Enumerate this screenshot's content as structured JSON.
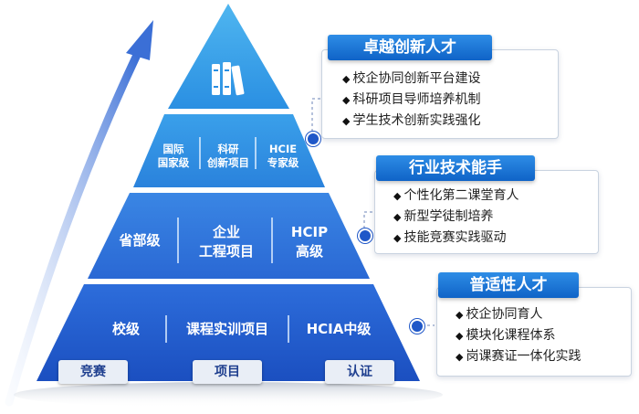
{
  "pyramid": {
    "top_icon": "books-icon",
    "tier1": {
      "cells": [
        "国际\n国家级",
        "科研\n创新项目",
        "HCIE\n专家级"
      ]
    },
    "tier2": {
      "cells": [
        "省部级",
        "企业\n工程项目",
        "HCIP\n高级"
      ]
    },
    "tier3": {
      "cells": [
        "校级",
        "课程实训项目",
        "HCIA中级"
      ]
    },
    "footer": [
      "竞赛",
      "项目",
      "认证"
    ]
  },
  "panels": [
    {
      "title": "卓越创新人才",
      "items": [
        "校企协同创新平台建设",
        "科研项目导师培养机制",
        "学生技术创新实践强化"
      ]
    },
    {
      "title": "行业技术能手",
      "items": [
        "个性化第二课堂育人",
        "新型学徒制培养",
        "技能竞赛实践驱动"
      ]
    },
    {
      "title": "普适性人才",
      "items": [
        "校企协同育人",
        "模块化课程体系",
        "岗课赛证一体化实践"
      ]
    }
  ],
  "colors": {
    "top": "#2f9ae6",
    "tier1": "#2a86de",
    "tier2": "#2a6fd8",
    "tier3": "#1f57c8",
    "accent": "#1f57c8"
  }
}
